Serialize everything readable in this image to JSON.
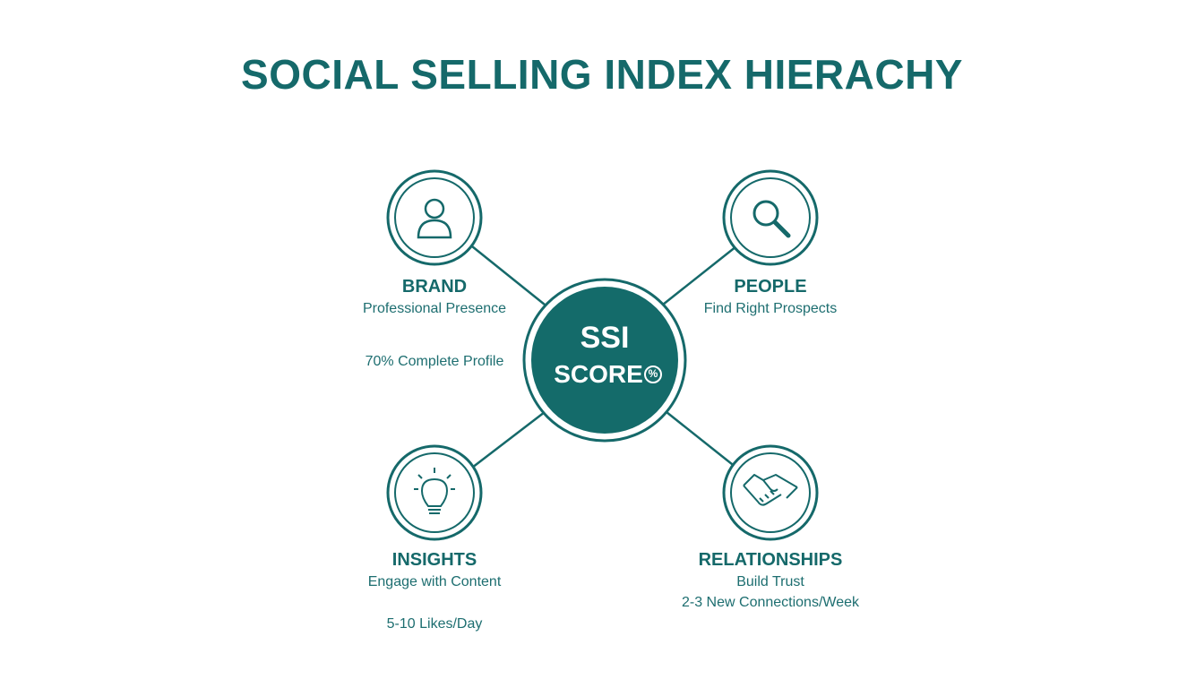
{
  "title": "SOCIAL SELLING INDEX HIERACHY",
  "center": {
    "line1": "SSI",
    "line2": "SCORE",
    "badge": "%"
  },
  "nodes": {
    "brand": {
      "icon": "person-icon",
      "title": "BRAND",
      "subtitle": "Professional Presence",
      "note": "70% Complete Profile"
    },
    "people": {
      "icon": "magnifier-icon",
      "title": "PEOPLE",
      "subtitle": "Find Right Prospects"
    },
    "insights": {
      "icon": "lightbulb-icon",
      "title": "INSIGHTS",
      "subtitle": "Engage with Content",
      "note": "5-10 Likes/Day"
    },
    "relationships": {
      "icon": "handshake-icon",
      "title": "RELATIONSHIPS",
      "subtitle": "Build Trust",
      "note": "2-3 New Connections/Week"
    }
  },
  "colors": {
    "primary": "#15696a",
    "background": "#ffffff"
  }
}
